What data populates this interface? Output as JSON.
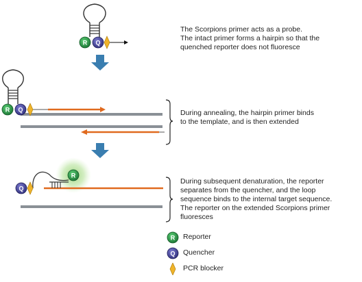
{
  "labels": {
    "reporter_letter": "R",
    "quencher_letter": "Q"
  },
  "colors": {
    "reporter": "#2e9b4a",
    "quencher": "#4c4ba0",
    "blocker": "#f0b42a",
    "strand": "#8a9096",
    "extension": "#e06a1e",
    "step_arrow": "#3a7eb0",
    "glow": "#9bd47a"
  },
  "steps": [
    {
      "lines": [
        "The Scorpions primer acts as a probe.",
        "The intact primer forms a hairpin so that the",
        "quenched reporter does not fluoresce"
      ]
    },
    {
      "lines": [
        "During annealing, the hairpin primer binds",
        "to the template, and is then extended"
      ]
    },
    {
      "lines": [
        "During subsequent denaturation, the reporter",
        "separates from the quencher, and the loop",
        "sequence binds to the internal target sequence.",
        "The reporter on the extended Scorpions primer",
        "fluoresces"
      ]
    }
  ],
  "legend": [
    {
      "icon": "reporter-icon",
      "label": "Reporter"
    },
    {
      "icon": "quencher-icon",
      "label": "Quencher"
    },
    {
      "icon": "pcr-blocker-icon",
      "label": "PCR blocker"
    }
  ]
}
